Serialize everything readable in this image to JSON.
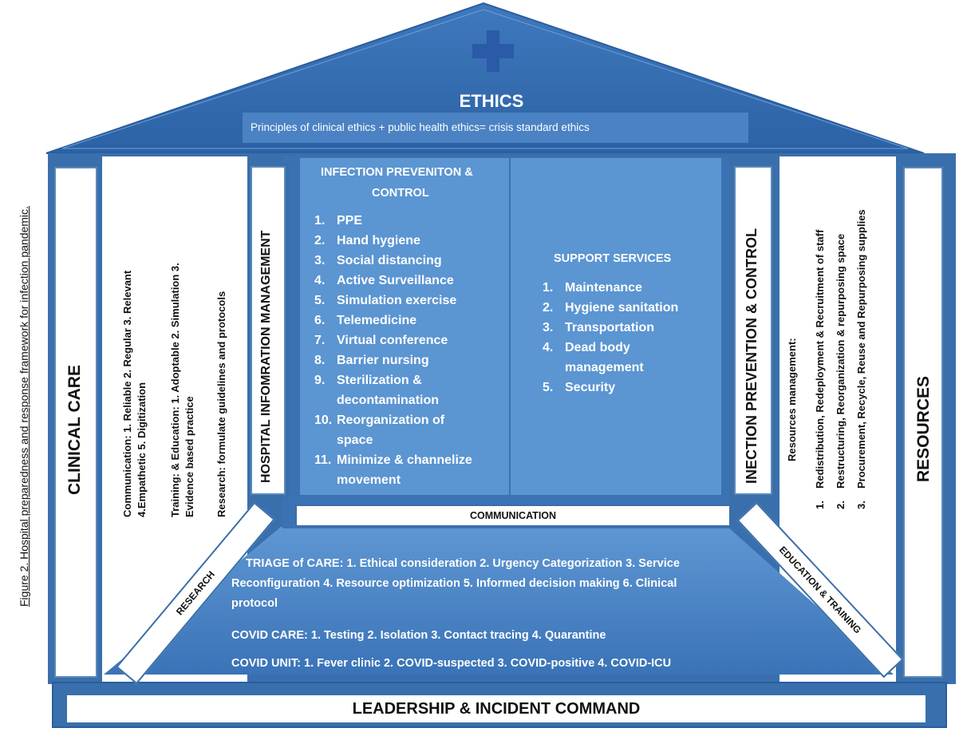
{
  "caption": "Figure 2. Hospital preparedness and response framework for infection pandemic.",
  "roof": {
    "title": "ETHICS",
    "subtitle": "Principles of clinical ethics + public health ethics= crisis standard ethics"
  },
  "pillars": {
    "clinical_care": "CLINICAL CARE",
    "him": "HOSPITAL INFOMRATION MANAGEMENT",
    "ipc": "INECTION PREVENTION & CONTROL",
    "resources": "RESOURCES"
  },
  "left_panel": {
    "communication_1": "Communication: 1. Reliable 2. Regular 3. Relevant",
    "communication_2": "4.Empathetic 5. Digitization",
    "training_1": "Training: & Education: 1. Adoptable 2. Simulation 3.",
    "training_2": "Evidence based practice",
    "research": "Research: formulate guidelines and protocols"
  },
  "right_panel": {
    "heading": "Resources management:",
    "items": [
      {
        "num": "1.",
        "text": "Redistribution, Redeployment & Recruitment of staff"
      },
      {
        "num": "2.",
        "text": "Restructuring, Reorganization & repurposing space"
      },
      {
        "num": "3.",
        "text": "Procurement, Recycle, Reuse and Repurposing supplies"
      }
    ]
  },
  "ipc_box": {
    "title_1": "INFECTION PREVENITON &",
    "title_2": "CONTROL",
    "items": [
      "PPE",
      "Hand hygiene",
      "Social distancing",
      "Active Surveillance",
      "Simulation exercise",
      "Telemedicine",
      "Virtual conference",
      "Barrier nursing",
      "Sterilization &",
      "decontamination",
      "Reorganization of",
      "space",
      "Minimize & channelize",
      "movement"
    ]
  },
  "support_box": {
    "title": "SUPPORT SERVICES",
    "items": [
      "Maintenance",
      "Hygiene sanitation",
      "Transportation",
      "Dead body",
      "management",
      "Security"
    ]
  },
  "communication_bar": "COMMUNICATION",
  "diagonals": {
    "research": "RESEARCH",
    "education": "EDUCATION & TRAINING"
  },
  "floor": {
    "triage_1": "TRIAGE of CARE: 1. Ethical consideration 2. Urgency Categorization 3. Service",
    "triage_2": "Reconfiguration 4. Resource optimization 5. Informed decision making 6. Clinical",
    "triage_3": "protocol",
    "covid_care": "COVID CARE: 1. Testing 2. Isolation 3. Contact tracing 4. Quarantine",
    "covid_unit": "COVID UNIT: 1. Fever clinic 2. COVID-suspected 3. COVID-positive 4. COVID-ICU"
  },
  "foundation": "LEADERSHIP & INCIDENT COMMAND",
  "colors": {
    "dark": "#2e64a8",
    "mid": "#4a82c3",
    "light": "#5b95d2",
    "roof": "#3b74b8"
  }
}
